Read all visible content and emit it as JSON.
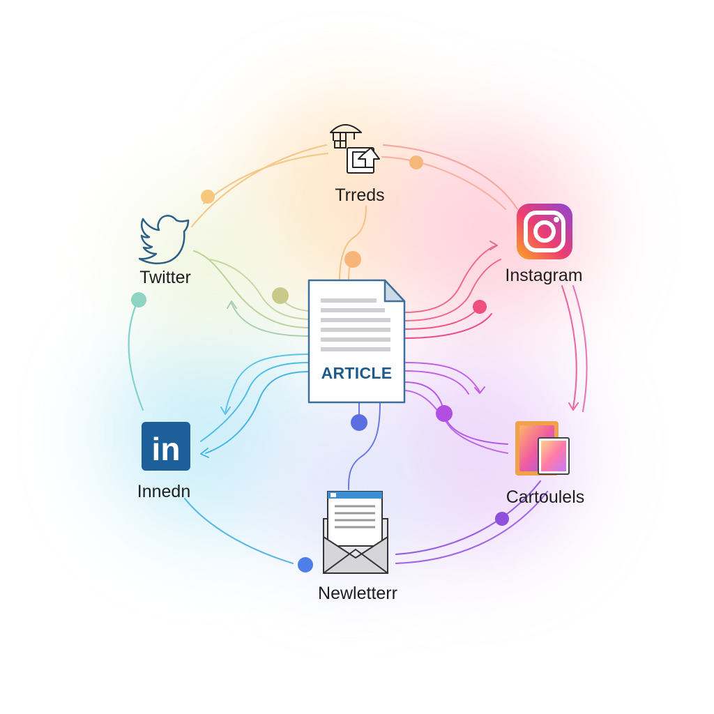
{
  "center": {
    "label": "ARTICLE"
  },
  "nodes": {
    "threads": {
      "label": "Trreds",
      "icon": "threads-icon"
    },
    "twitter": {
      "label": "Twitter",
      "icon": "twitter-bird-icon"
    },
    "instagram": {
      "label": "Instagram",
      "icon": "instagram-icon"
    },
    "linkedin": {
      "label": "Innedn",
      "icon": "linkedin-icon"
    },
    "carousels": {
      "label": "Cartoulels",
      "icon": "carousel-images-icon"
    },
    "newsletter": {
      "label": "Newletterr",
      "icon": "newsletter-envelope-icon"
    }
  },
  "colors": {
    "ring": "#c9a8d6",
    "threads": "#f4b163",
    "twitter": "#8fd3c4",
    "instagram": "#ef4f7e",
    "linkedin": "#46b5e6",
    "carousels": "#b24fe0",
    "newsletter": "#5b6fe0",
    "article_text": "#1d5a8c",
    "linkedin_blue": "#1d5f98"
  }
}
